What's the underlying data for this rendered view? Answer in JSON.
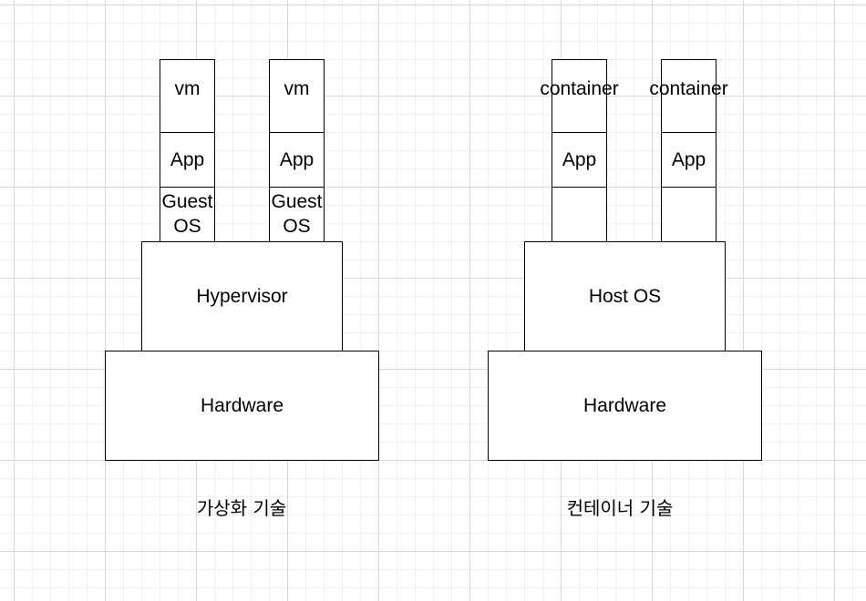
{
  "virtualization": {
    "caption": "가상화 기술",
    "vm_stacks": [
      {
        "top": "vm",
        "app": "App",
        "os": "Guest\nOS"
      },
      {
        "top": "vm",
        "app": "App",
        "os": "Guest\nOS"
      }
    ],
    "middle": "Hypervisor",
    "base": "Hardware"
  },
  "container": {
    "caption": "컨테이너 기술",
    "container_stacks": [
      {
        "top": "container",
        "app": "App",
        "extra": ""
      },
      {
        "top": "container",
        "app": "App",
        "extra": ""
      }
    ],
    "middle": "Host OS",
    "base": "Hardware"
  }
}
